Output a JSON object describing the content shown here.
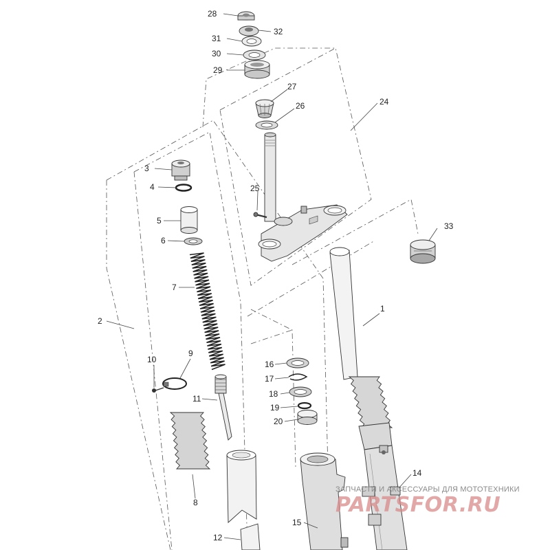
{
  "callouts": {
    "c1": "1",
    "c2": "2",
    "c3": "3",
    "c4": "4",
    "c5": "5",
    "c6": "6",
    "c7": "7",
    "c8": "8",
    "c9": "9",
    "c10": "10",
    "c11": "11",
    "c12": "12",
    "c14": "14",
    "c15": "15",
    "c16": "16",
    "c17": "17",
    "c18": "18",
    "c19": "19",
    "c20": "20",
    "c24": "24",
    "c25": "25",
    "c26": "26",
    "c27": "27",
    "c28": "28",
    "c29": "29",
    "c30": "30",
    "c31": "31",
    "c32": "32",
    "c33": "33"
  },
  "watermark": {
    "tagline": "ЗАПЧАСТИ И АКСЕССУАРЫ ДЛЯ МОТОТЕХНИКИ",
    "brand": "PARTSFOR.RU"
  }
}
